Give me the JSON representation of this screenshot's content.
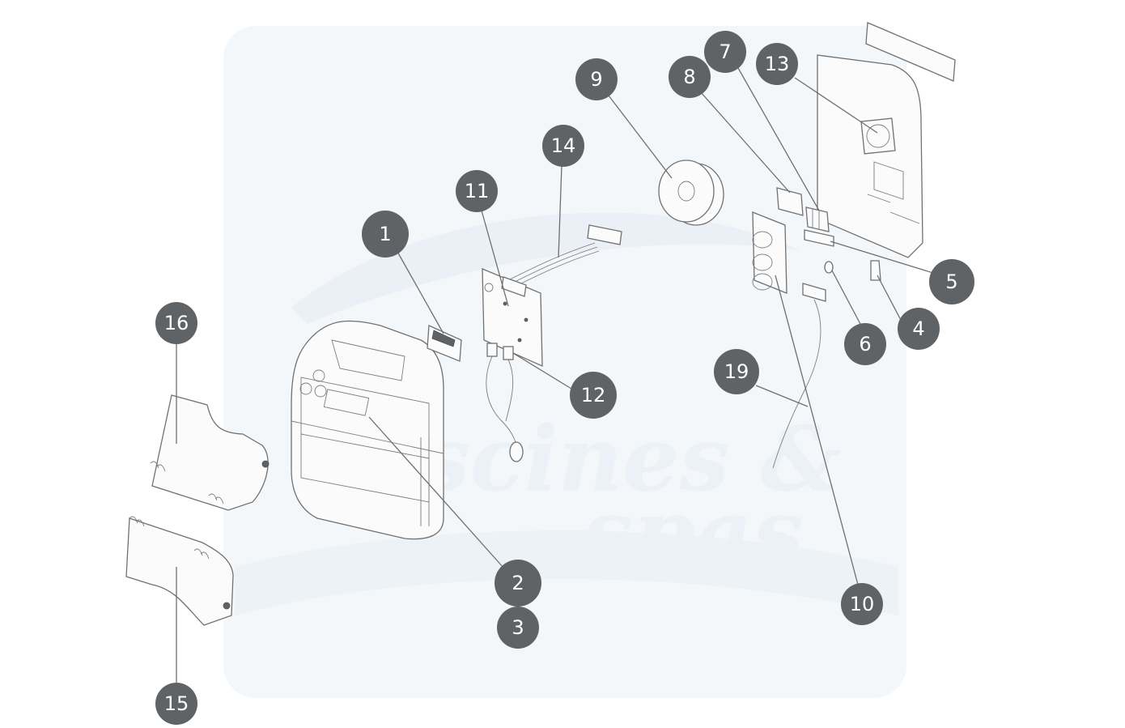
{
  "diagram": {
    "type": "exploded-parts-view",
    "callout_color": "#606366",
    "watermark_color": "#e9eff5",
    "watermark": {
      "line1": "piscines &",
      "line2": "spas"
    },
    "callouts": [
      {
        "id": "1",
        "label": "1"
      },
      {
        "id": "2",
        "label": "2"
      },
      {
        "id": "3",
        "label": "3"
      },
      {
        "id": "4",
        "label": "4"
      },
      {
        "id": "5",
        "label": "5"
      },
      {
        "id": "6",
        "label": "6"
      },
      {
        "id": "7",
        "label": "7"
      },
      {
        "id": "8",
        "label": "8"
      },
      {
        "id": "9",
        "label": "9"
      },
      {
        "id": "10",
        "label": "10"
      },
      {
        "id": "11",
        "label": "11"
      },
      {
        "id": "12",
        "label": "12"
      },
      {
        "id": "13",
        "label": "13"
      },
      {
        "id": "14",
        "label": "14"
      },
      {
        "id": "15",
        "label": "15"
      },
      {
        "id": "16",
        "label": "16"
      },
      {
        "id": "19",
        "label": "19"
      }
    ]
  }
}
